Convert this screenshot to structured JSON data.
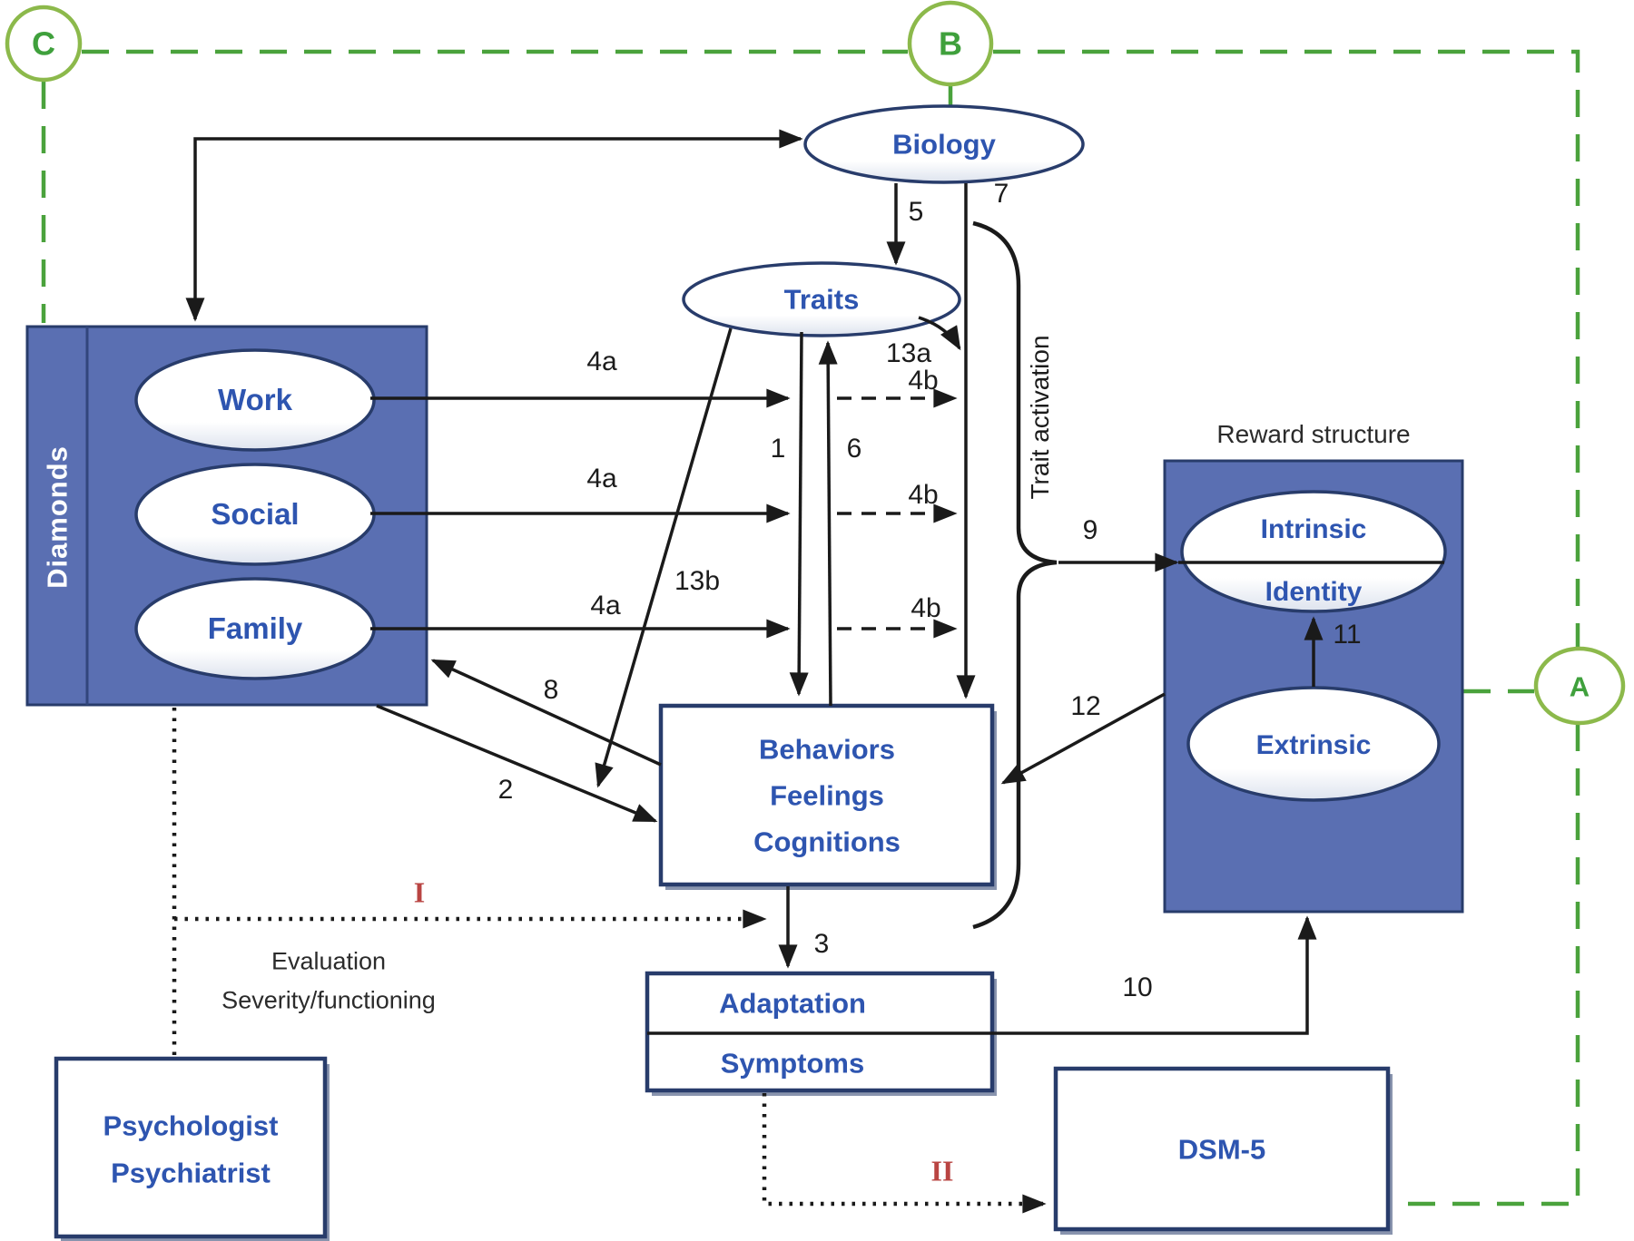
{
  "markers": {
    "a": "A",
    "b": "B",
    "c": "C"
  },
  "nodes": {
    "biology": "Biology",
    "traits": "Traits",
    "diamonds_title": "Diamonds",
    "work": "Work",
    "social": "Social",
    "family": "Family",
    "reward_title": "Reward structure",
    "intrinsic_line1": "Intrinsic",
    "intrinsic_line2": "Identity",
    "extrinsic": "Extrinsic",
    "bfc": [
      "Behaviors",
      "Feelings",
      "Cognitions"
    ],
    "adaptation_line1": "Adaptation",
    "adaptation_line2": "Symptoms",
    "clinician_line1": "Psychologist",
    "clinician_line2": "Psychiatrist",
    "dsm": "DSM-5"
  },
  "edge_labels": {
    "e1": "1",
    "e2": "2",
    "e3": "3",
    "e4a": "4a",
    "e4b": "4b",
    "e5": "5",
    "e6": "6",
    "e7": "7",
    "e8": "8",
    "e9": "9",
    "e10": "10",
    "e11": "11",
    "e12": "12",
    "e13a": "13a",
    "e13b": "13b"
  },
  "annotations": {
    "trait_activation": "Trait activation",
    "evaluation_line1": "Evaluation",
    "evaluation_line2": "Severity/functioning",
    "roman_i": "I",
    "roman_ii": "II"
  },
  "colors": {
    "panel_blue": "#5a6fb2",
    "border_navy": "#283c6b",
    "text_blue": "#2e55b0",
    "green_dash": "#4aa23c",
    "green_circle_border": "#8cb94b",
    "green_letter": "#3fa03c",
    "black_line": "#1a1a1a",
    "red_roman": "#b94442"
  }
}
